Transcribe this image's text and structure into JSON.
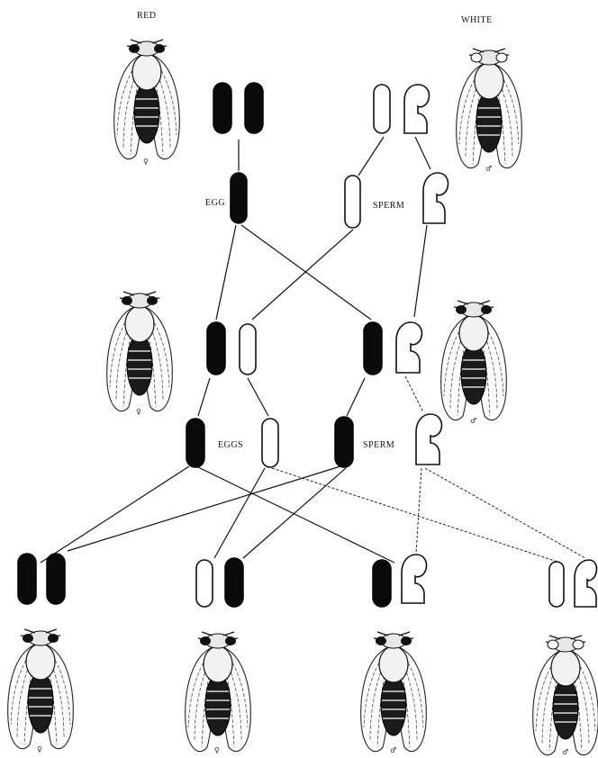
{
  "labels": {
    "red": "RED",
    "white": "WHITE",
    "egg": "EGG",
    "sperm_top": "SPERM",
    "eggs": "EGGS",
    "sperm_mid": "SPERM"
  },
  "flies": [
    {
      "id": "p-red-female",
      "eye": "red",
      "sex": "♀"
    },
    {
      "id": "p-white-male",
      "eye": "white",
      "sex": "♂"
    },
    {
      "id": "f1-female",
      "eye": "red",
      "sex": "♀"
    },
    {
      "id": "f1-male",
      "eye": "red",
      "sex": "♂"
    },
    {
      "id": "f2-red-female",
      "eye": "red",
      "sex": "♀"
    },
    {
      "id": "f2-red-female-het",
      "eye": "red",
      "sex": "♀"
    },
    {
      "id": "f2-red-male",
      "eye": "red",
      "sex": "♂"
    },
    {
      "id": "f2-white-male",
      "eye": "white",
      "sex": "♂"
    }
  ],
  "colors": {
    "ink": "#111111",
    "paper": "#ffffff"
  }
}
